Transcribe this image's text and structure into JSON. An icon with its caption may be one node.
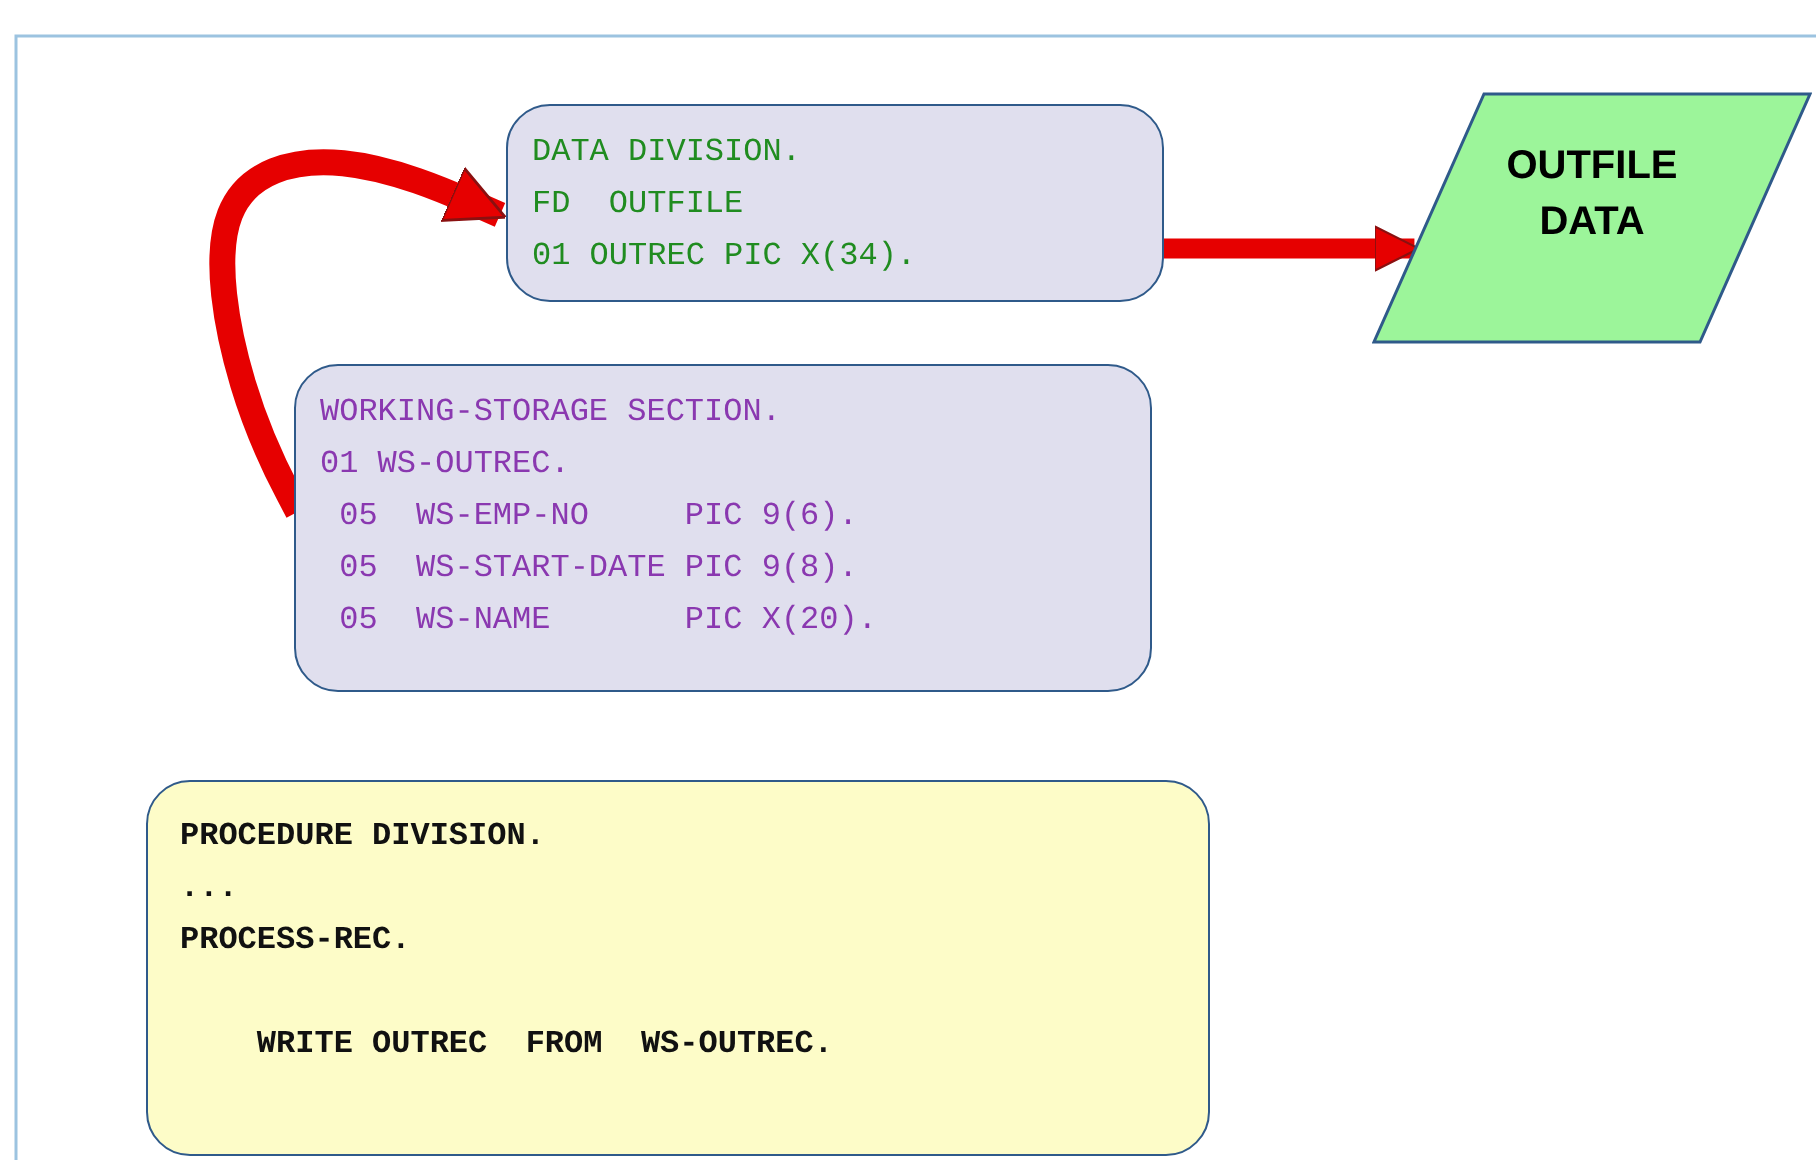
{
  "diagram": {
    "nodes": [
      {
        "text": [
          "DATA DIVISION.",
          "FD  OUTFILE",
          "01 OUTREC PIC X(34)."
        ]
      },
      {
        "text": [
          "WORKING-STORAGE SECTION.",
          "01 WS-OUTREC.",
          " 05  WS-EMP-NO     PIC 9(6).",
          " 05  WS-START-DATE PIC 9(8).",
          " 05  WS-NAME       PIC X(20)."
        ]
      },
      {
        "text": [
          "OUTFILE DATA"
        ]
      },
      {
        "text": [
          "PROCEDURE DIVISION.",
          "...",
          "PROCESS-REC.",
          "    WRITE OUTREC  FROM  WS-OUTREC."
        ]
      }
    ],
    "edges": [
      {
        "from": 1,
        "to": 0,
        "arrow": "to"
      },
      {
        "from": 0,
        "to": 2,
        "arrow": "to"
      }
    ]
  }
}
